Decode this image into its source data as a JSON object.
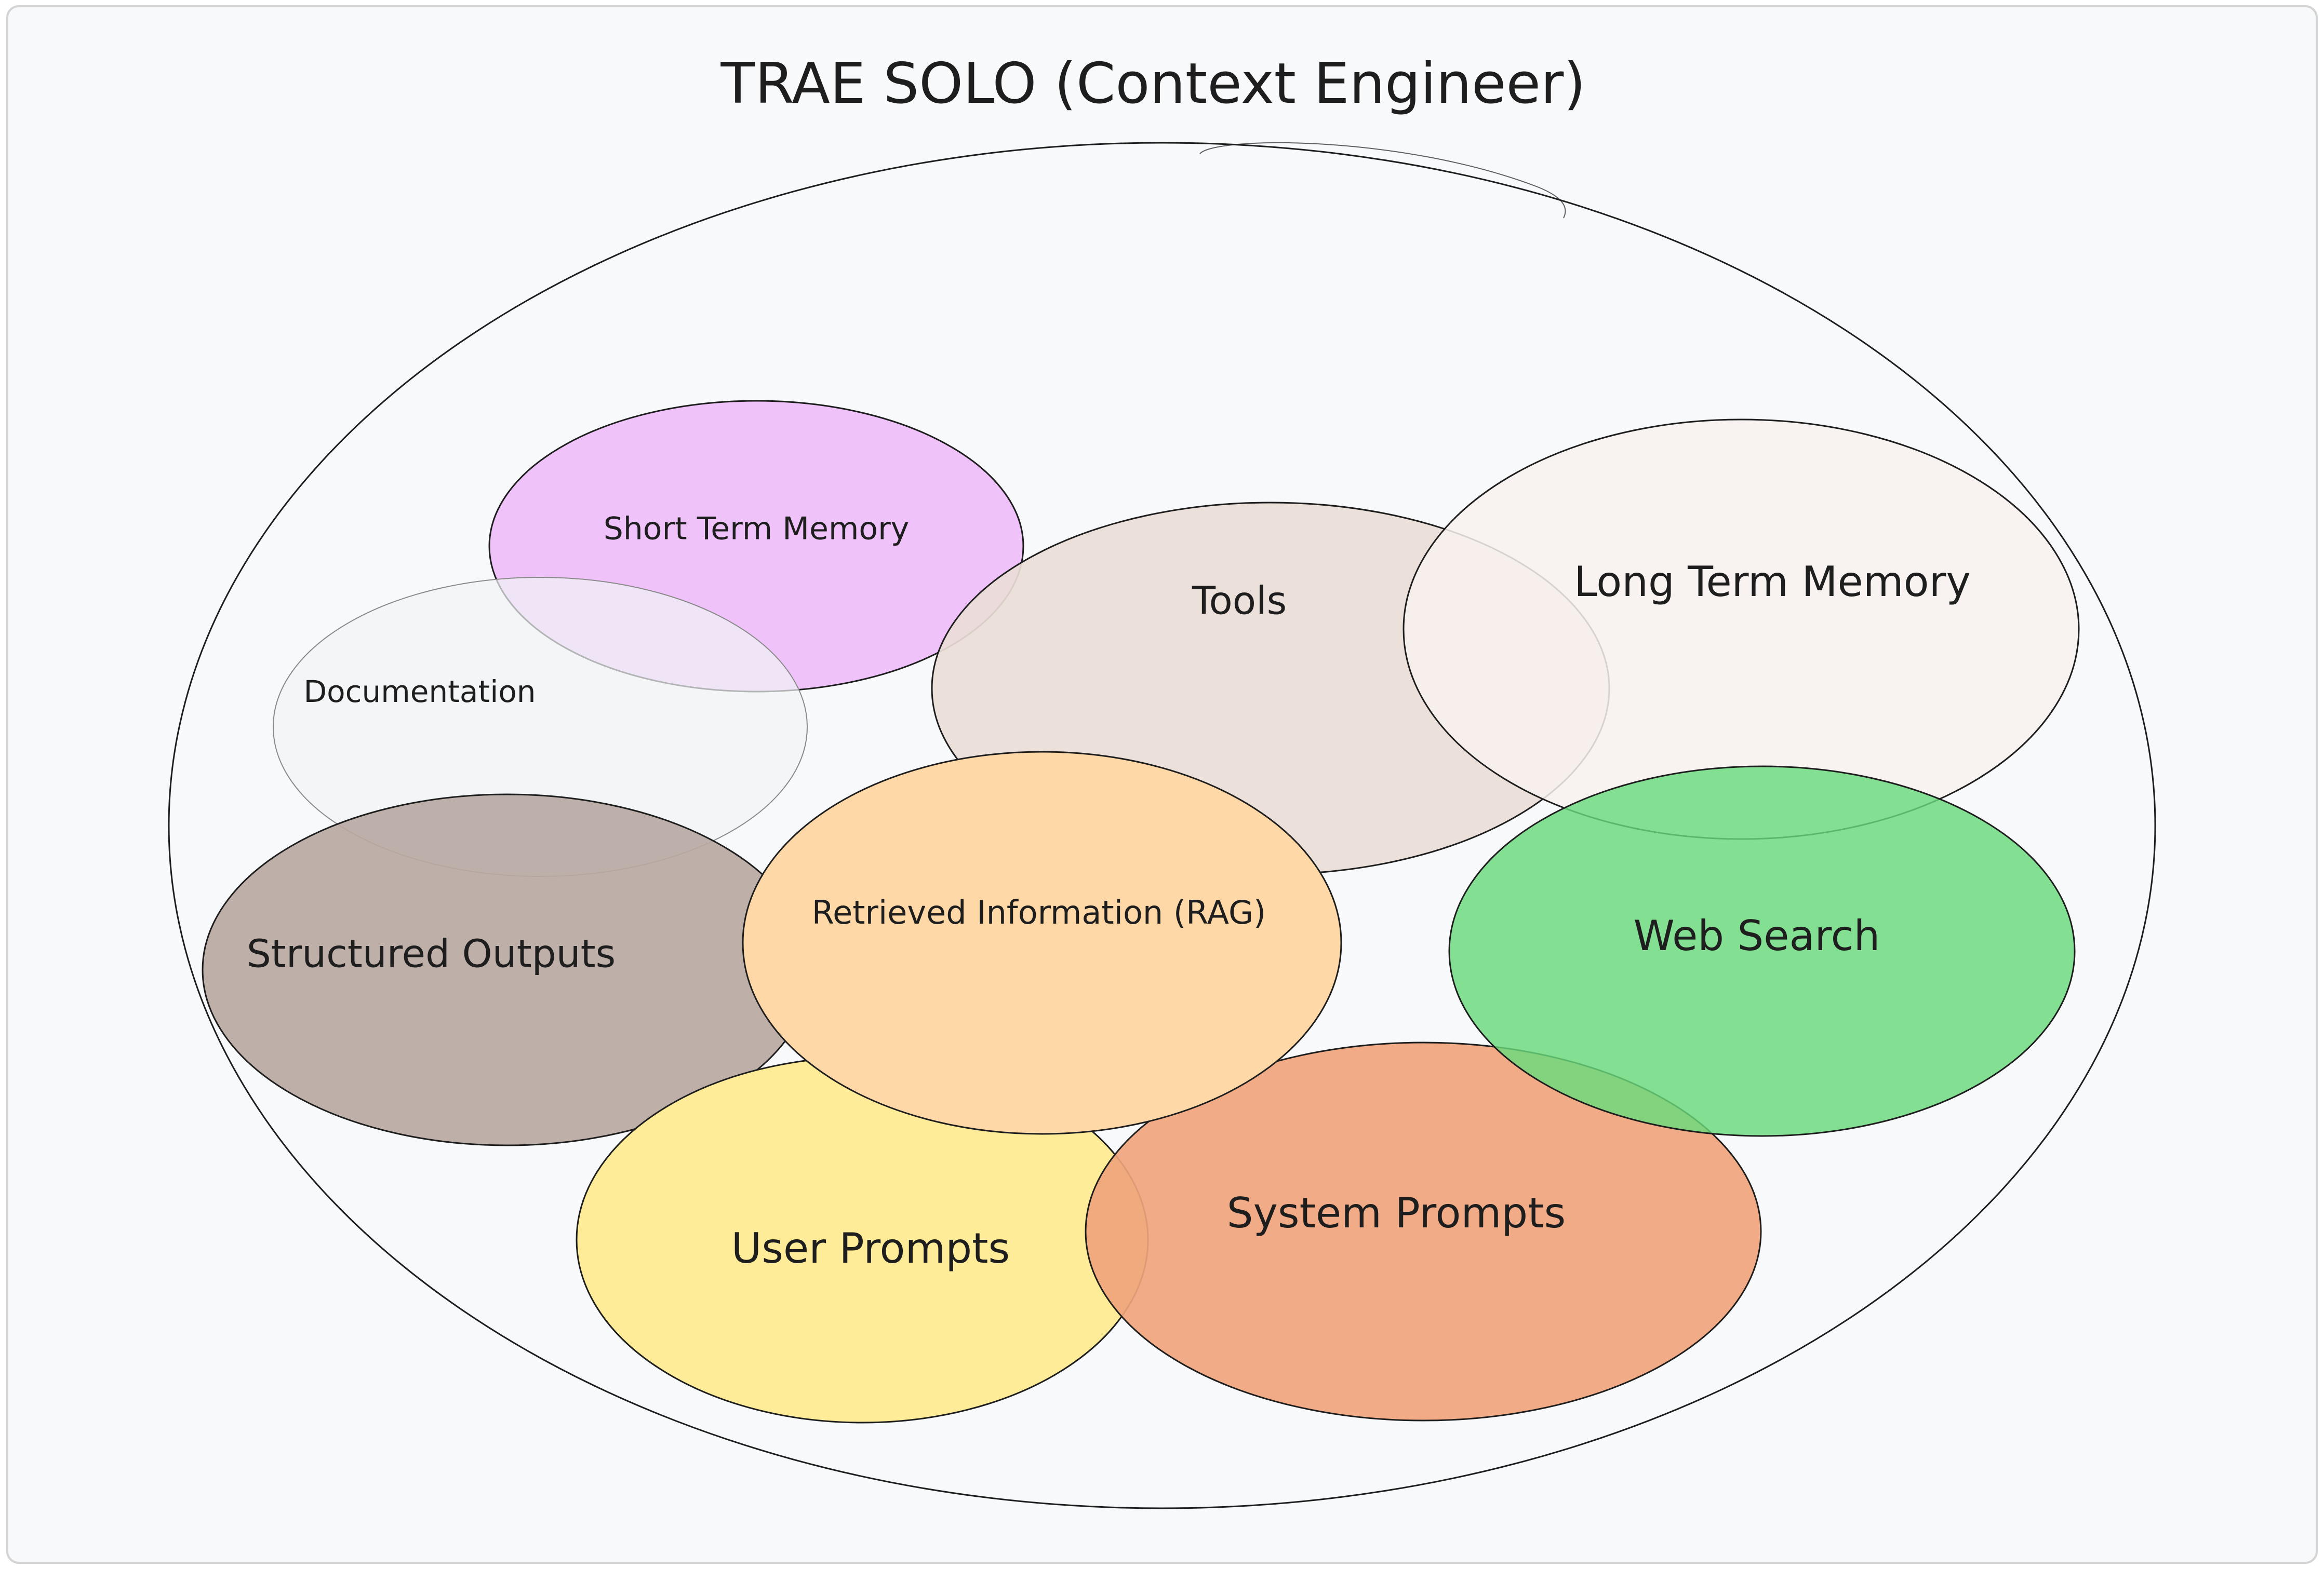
{
  "title": "TRAE SOLO (Context Engineer)",
  "components": {
    "short_term_memory": {
      "label": "Short Term Memory",
      "fill": "#eebefa"
    },
    "documentation": {
      "label": "Documentation",
      "fill": "#f1f3f5"
    },
    "tools": {
      "label": "Tools",
      "fill": "#eaddd7"
    },
    "long_term_memory": {
      "label": "Long Term Memory",
      "fill": "#f8f1ee"
    },
    "structured_outputs": {
      "label": "Structured Outputs",
      "fill": "#b8a8a2"
    },
    "retrieved_information": {
      "label": "Retrieved Information (RAG)",
      "fill": "#ffd8a8"
    },
    "web_search": {
      "label": "Web Search",
      "fill": "#69db7c"
    },
    "system_prompts": {
      "label": "System Prompts",
      "fill": "#f0a47c"
    },
    "user_prompts": {
      "label": "User Prompts",
      "fill": "#ffec99"
    }
  },
  "colors": {
    "background": "#f8f9fa",
    "frame_stroke": "#d4d4d4",
    "outline_stroke": "#1e1e1e"
  }
}
